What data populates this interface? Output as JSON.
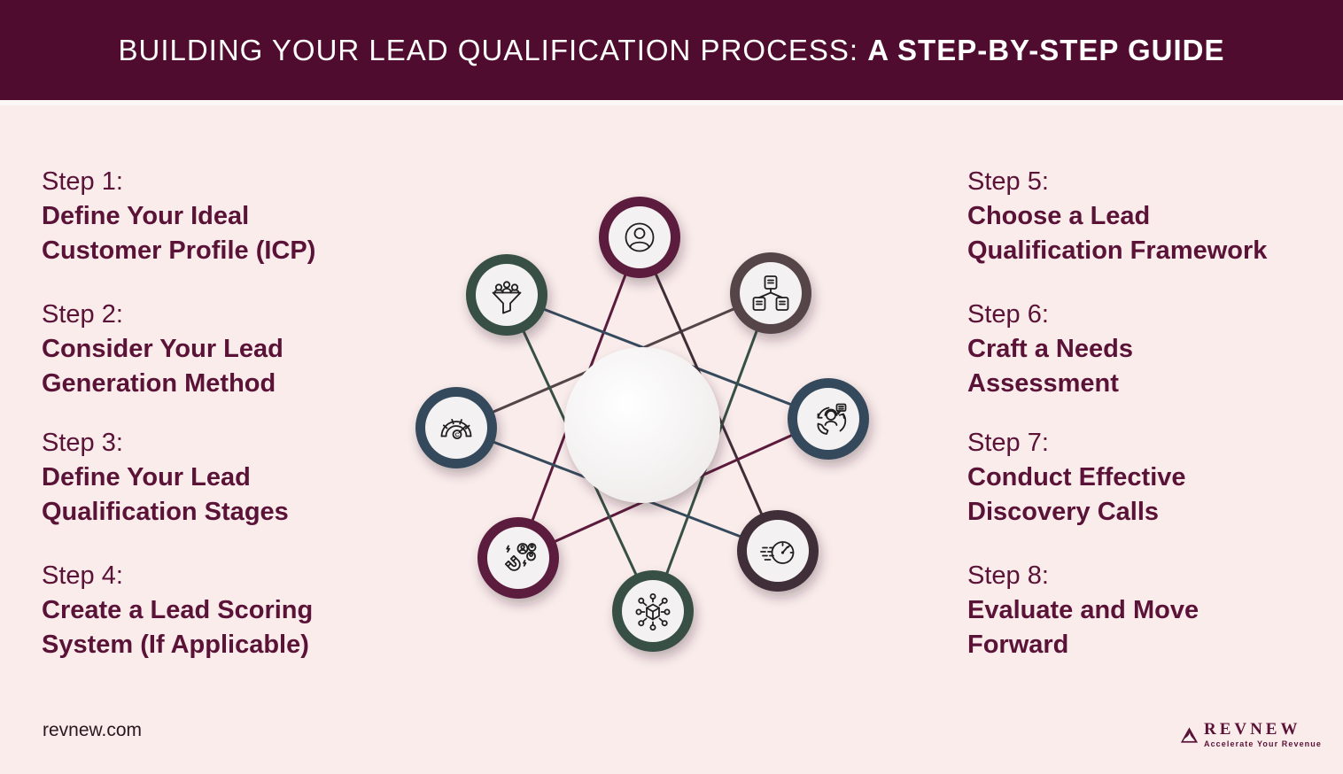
{
  "header": {
    "title_regular": "BUILDING YOUR LEAD QUALIFICATION PROCESS: ",
    "title_bold": "A STEP-BY-STEP GUIDE"
  },
  "colors": {
    "header_bg": "#4f0c2e",
    "background": "#f9eceb",
    "step_text": "#5a1237",
    "node_inner": "#f3f1f2",
    "icon_stroke": "#1f1f1f"
  },
  "steps_left": [
    {
      "label": "Step 1:",
      "title": "Define Your Ideal\nCustomer Profile (ICP)"
    },
    {
      "label": "Step 2:",
      "title": "Consider Your Lead\nGeneration Method"
    },
    {
      "label": "Step 3:",
      "title": "Define Your Lead\nQualification Stages"
    },
    {
      "label": "Step 4:",
      "title": "Create a Lead Scoring\nSystem (If Applicable)"
    }
  ],
  "steps_right": [
    {
      "label": "Step 5:",
      "title": "Choose a Lead\nQualification Framework"
    },
    {
      "label": "Step 6:",
      "title": "Craft a Needs\nAssessment"
    },
    {
      "label": "Step 7:",
      "title": "Conduct Effective\nDiscovery Calls"
    },
    {
      "label": "Step 8:",
      "title": "Evaluate and Move\nForward"
    }
  ],
  "diagram": {
    "center": {
      "radius": 88
    },
    "nodes": [
      {
        "position": "top",
        "icon": "user-icon",
        "color": "#5b1b3c"
      },
      {
        "position": "top-right",
        "icon": "framework-icon",
        "color": "#544549"
      },
      {
        "position": "right",
        "icon": "support-call-icon",
        "color": "#354a5c"
      },
      {
        "position": "bottom-right",
        "icon": "speed-icon",
        "color": "#3f2e37"
      },
      {
        "position": "bottom",
        "icon": "network-cube-icon",
        "color": "#374f44"
      },
      {
        "position": "bottom-left",
        "icon": "magnet-icon",
        "color": "#5b1b3c"
      },
      {
        "position": "left",
        "icon": "gauge-icon",
        "color": "#354a5c"
      },
      {
        "position": "top-left",
        "icon": "funnel-icon",
        "color": "#374f44"
      }
    ]
  },
  "footer": {
    "website": "revnew.com",
    "logo_name": "REVNEW",
    "logo_tagline": "Accelerate Your Revenue"
  }
}
